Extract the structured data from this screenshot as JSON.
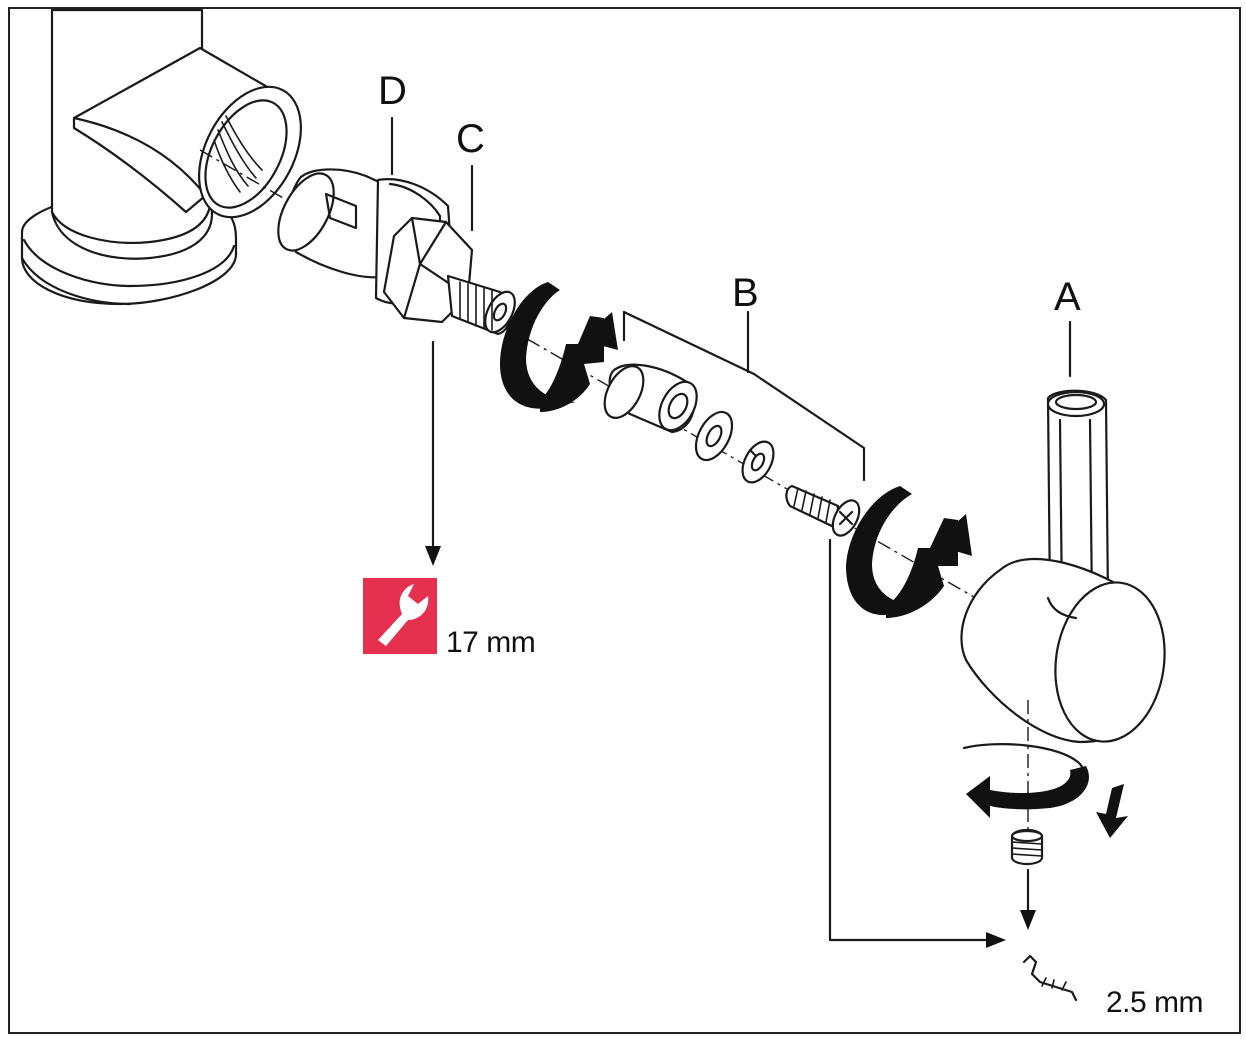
{
  "labels": {
    "A": "A",
    "B": "B",
    "C": "C",
    "D": "D"
  },
  "tools": {
    "wrench_size": "17 mm",
    "hex_key_size": "2.5 mm"
  },
  "icons": {
    "wrench": "wrench-icon",
    "hex_key": "hex-key-icon"
  },
  "colors": {
    "wrench_badge": "#e5304f",
    "line": "#1a1a1a"
  }
}
